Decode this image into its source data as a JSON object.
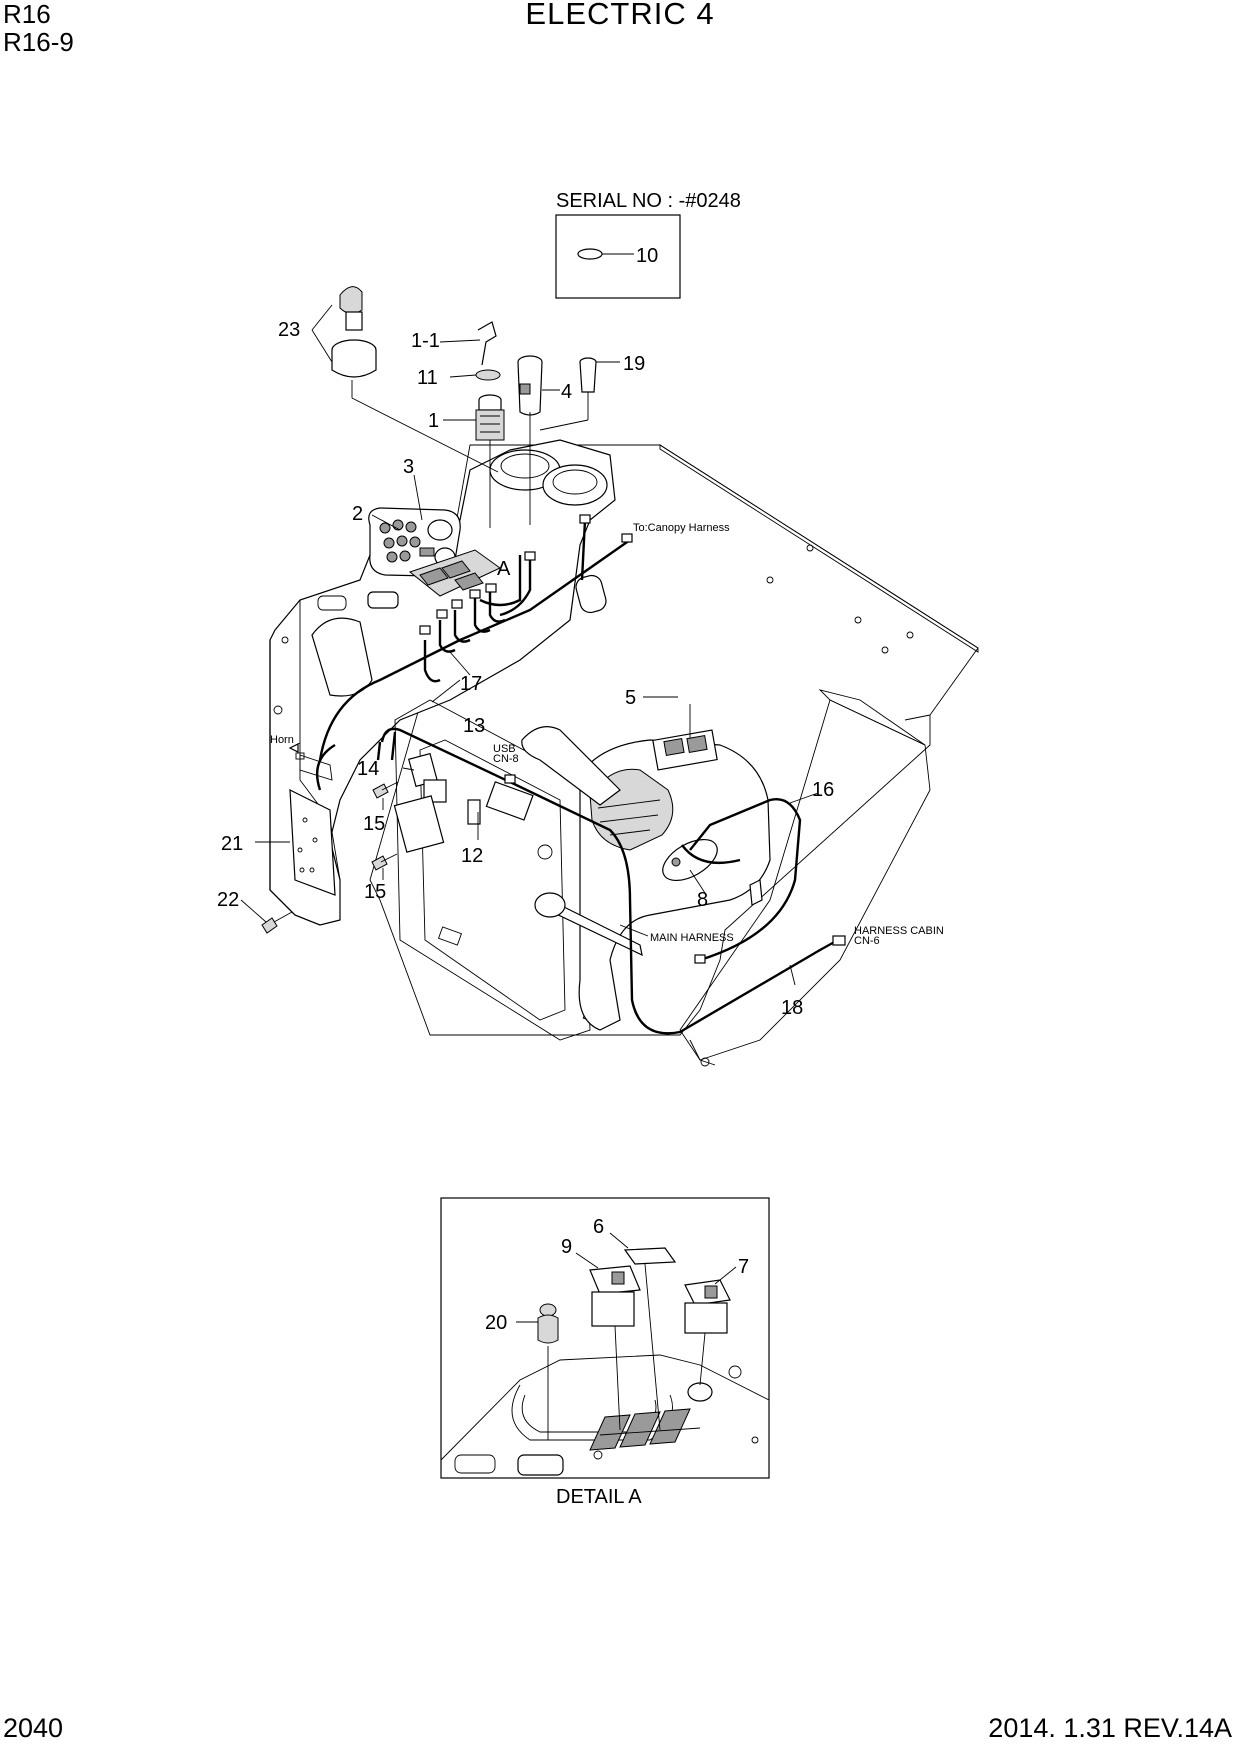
{
  "header": {
    "model": "R16",
    "section": "R16-9",
    "title": "ELECTRIC 4"
  },
  "footer": {
    "page_number": "2040",
    "revision": "2014. 1.31  REV.14A"
  },
  "serial_box": {
    "caption": "SERIAL NO : -#0248",
    "item": "10"
  },
  "callouts": {
    "c1": "1",
    "c1_1": "1-1",
    "c2": "2",
    "c3": "3",
    "c4": "4",
    "c5": "5",
    "c8": "8",
    "c11": "11",
    "c12": "12",
    "c13": "13",
    "c14": "14",
    "c15a": "15",
    "c15b": "15",
    "c16": "16",
    "c17": "17",
    "c18": "18",
    "c19": "19",
    "c21": "21",
    "c22": "22",
    "c23": "23",
    "cA": "A"
  },
  "notes": {
    "canopy": "To:Canopy Harness",
    "horn": "Horn",
    "usb": "USB",
    "cn8": "CN-8",
    "main_harness": "MAIN HARNESS",
    "harness_cabin": "HARNESS CABIN",
    "cn6": "CN-6"
  },
  "detail": {
    "caption": "DETAIL A",
    "c6": "6",
    "c7": "7",
    "c9": "9",
    "c20": "20"
  }
}
